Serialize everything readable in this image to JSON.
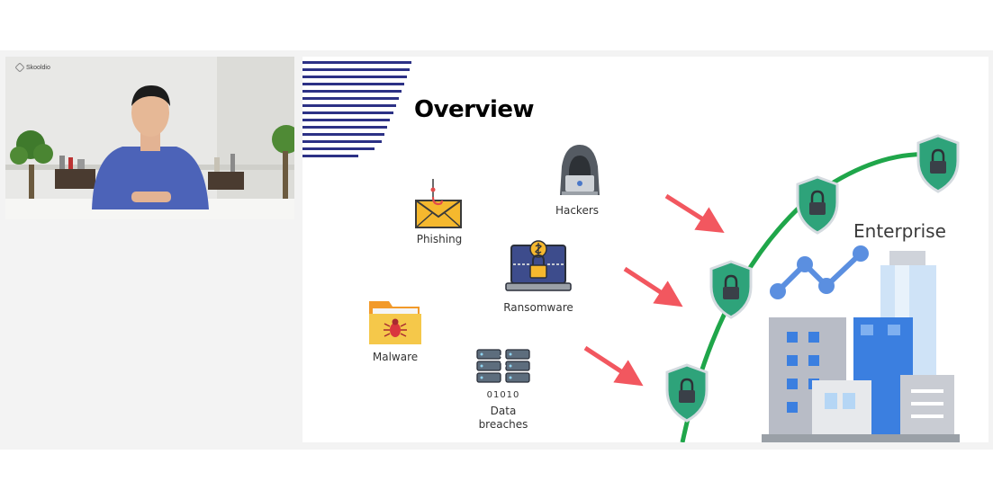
{
  "webcam": {
    "brand_label": "Skooldio"
  },
  "slide": {
    "title": "Overview",
    "threats": {
      "hackers": "Hackers",
      "phishing": "Phishing",
      "ransomware": "Ransomware",
      "malware": "Malware",
      "data_breaches_line1": "Data",
      "data_breaches_line2": "breaches",
      "binary_text": "01010"
    },
    "enterprise_label": "Enterprise"
  },
  "colors": {
    "stripe_navy": "#2c3185",
    "shield_green": "#2ea37a",
    "arc_green": "#1fa64a",
    "arrow_red": "#f2575f",
    "chart_blue": "#5b8fe0",
    "building_gray": "#b8bcc6",
    "building_blue": "#3b7fe0"
  },
  "icons": [
    "hacker-icon",
    "phishing-icon",
    "ransomware-icon",
    "malware-icon",
    "data-breach-icon",
    "shield-lock-icon",
    "line-chart-icon",
    "buildings-icon"
  ]
}
